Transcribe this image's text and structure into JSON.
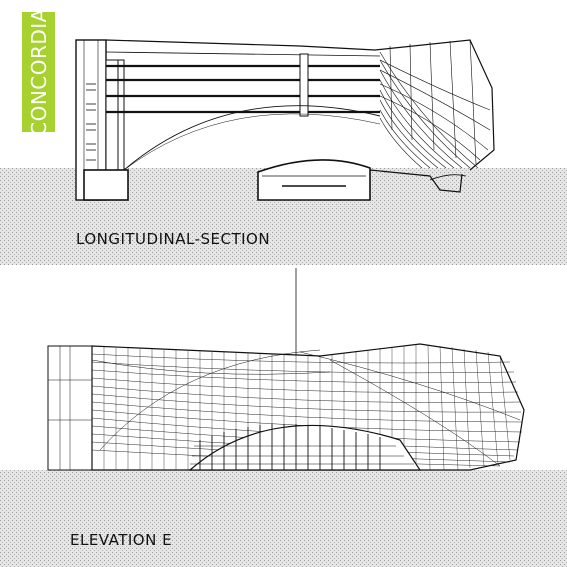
{
  "project": {
    "title": "CONCORDIA",
    "tag_color": "#a6d12f"
  },
  "drawings": [
    {
      "id": "section",
      "label": "LONGITUDINAL-SECTION"
    },
    {
      "id": "elevation",
      "label": "ELEVATION E"
    }
  ],
  "colors": {
    "ground": "#d9d9d9",
    "line": "#111111"
  }
}
